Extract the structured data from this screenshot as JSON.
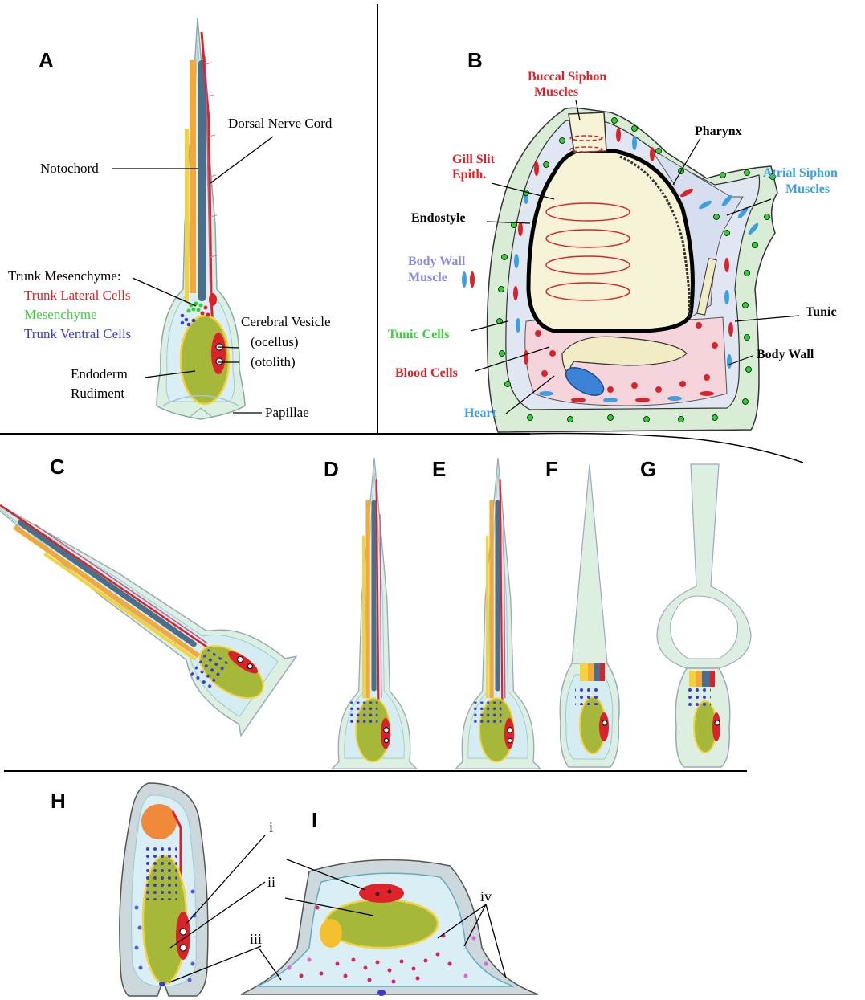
{
  "panels": {
    "a": "A",
    "b": "B",
    "c": "C",
    "d": "D",
    "e": "E",
    "f": "F",
    "g": "G",
    "h": "H",
    "i": "I"
  },
  "panel_a": {
    "notochord": "Notochord",
    "dorsal_nerve_cord": "Dorsal Nerve Cord",
    "trunk_mesenchyme": "Trunk Mesenchyme:",
    "trunk_lateral_cells": "Trunk Lateral Cells",
    "mesenchyme": "Mesenchyme",
    "trunk_ventral_cells": "Trunk Ventral Cells",
    "cerebral_vesicle": "Cerebral Vesicle",
    "ocellus": "(ocellus)",
    "otolith": "(otolith)",
    "endoderm": "Endoderm",
    "rudiment": "Rudiment",
    "papillae": "Papillae"
  },
  "panel_b": {
    "buccal_siphon_1": "Buccal Siphon",
    "buccal_siphon_2": "Muscles",
    "pharynx": "Pharynx",
    "gill_slit_1": "Gill Slit",
    "gill_slit_2": "Epith.",
    "atrial_siphon_1": "Atrial Siphon",
    "atrial_siphon_2": "Muscles",
    "endostyle": "Endostyle",
    "body_wall_muscle_1": "Body Wall",
    "body_wall_muscle_2": "Muscle",
    "tunic": "Tunic",
    "tunic_cells": "Tunic Cells",
    "blood_cells": "Blood Cells",
    "body_wall": "Body Wall",
    "heart": "Heart"
  },
  "panel_hi": {
    "i": "i",
    "ii": "ii",
    "iii": "iii",
    "iv": "iv"
  },
  "colors": {
    "notochord_blue": "#4a6f8a",
    "orange_muscle": "#f2a93b",
    "yellow_muscle": "#f4d23c",
    "nerve_red": "#d9232a",
    "mesenchyme_green": "#2fd12f",
    "ventral_blue": "#3a3ad1",
    "tunic_green": "#d8ecd6",
    "endoderm_olive": "#a6b83a",
    "label_red": "#d9232a",
    "label_green": "#3cd13c",
    "label_blue": "#3c3cd1",
    "label_lightblue": "#3aa0e0",
    "label_purple": "#8a8ae0"
  }
}
